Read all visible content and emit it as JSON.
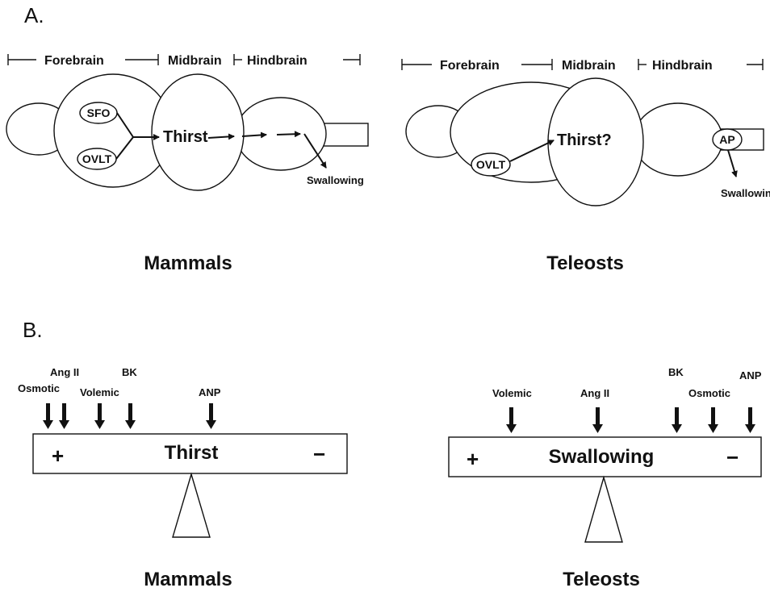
{
  "panel_a": {
    "letter": "A.",
    "mammals": {
      "regions": [
        "Forebrain",
        "Midbrain",
        "Hindbrain"
      ],
      "structures": [
        "SFO",
        "OVLT"
      ],
      "center_label": "Thirst",
      "output_label": "Swallowing",
      "caption": "Mammals"
    },
    "teleosts": {
      "regions": [
        "Forebrain",
        "Midbrain",
        "Hindbrain"
      ],
      "structures": [
        "OVLT",
        "AP"
      ],
      "center_label": "Thirst?",
      "output_label": "Swallowing",
      "caption": "Teleosts"
    }
  },
  "panel_b": {
    "letter": "B.",
    "mammals": {
      "stimuli": [
        "Osmotic",
        "Ang II",
        "Volemic",
        "BK",
        "ANP"
      ],
      "bar_label": "Thirst",
      "plus": "+",
      "minus": "−",
      "caption": "Mammals"
    },
    "teleosts": {
      "stimuli": [
        "Volemic",
        "Ang II",
        "BK",
        "Osmotic",
        "ANP"
      ],
      "bar_label": "Swallowing",
      "plus": "+",
      "minus": "−",
      "caption": "Teleosts"
    }
  }
}
